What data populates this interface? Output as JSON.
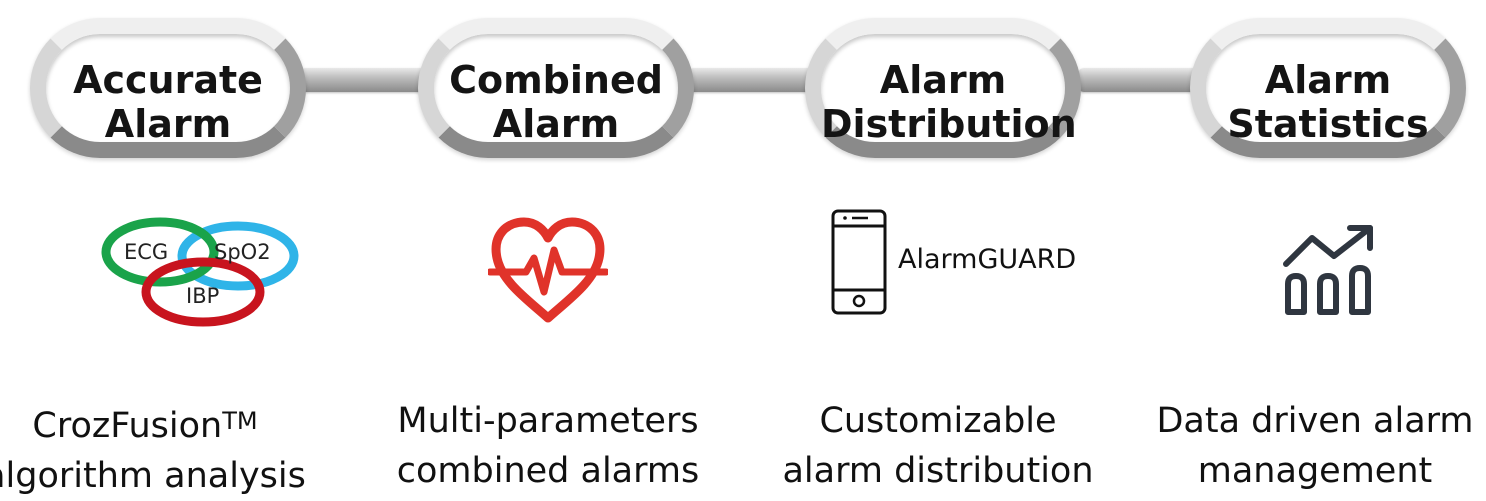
{
  "chain_links": [
    {
      "line1": "Accurate",
      "line2": "Alarm"
    },
    {
      "line1": "Combined",
      "line2": "Alarm"
    },
    {
      "line1": "Alarm",
      "line2": "Distribution"
    },
    {
      "line1": "Alarm",
      "line2": "Statistics"
    }
  ],
  "icons": {
    "fusion": {
      "ecg": "ECG",
      "spo2": "SpO2",
      "ibp": "IBP",
      "colors": {
        "ecg": "#1aa34a",
        "spo2": "#2fb4e8",
        "ibp": "#c8141e"
      }
    },
    "heart": {
      "color": "#e0332a"
    },
    "phone": {
      "label": "AlarmGUARD"
    },
    "stats": {
      "color": "#2f3640"
    }
  },
  "captions": [
    {
      "line1": "CrozFusion",
      "sup": "TM",
      "line2": "algorithm analysis"
    },
    {
      "line1": "Multi-parameters",
      "line2": "combined alarms"
    },
    {
      "line1": "Customizable",
      "line2": "alarm distribution"
    },
    {
      "line1": "Data driven alarm",
      "line2": "management"
    }
  ]
}
